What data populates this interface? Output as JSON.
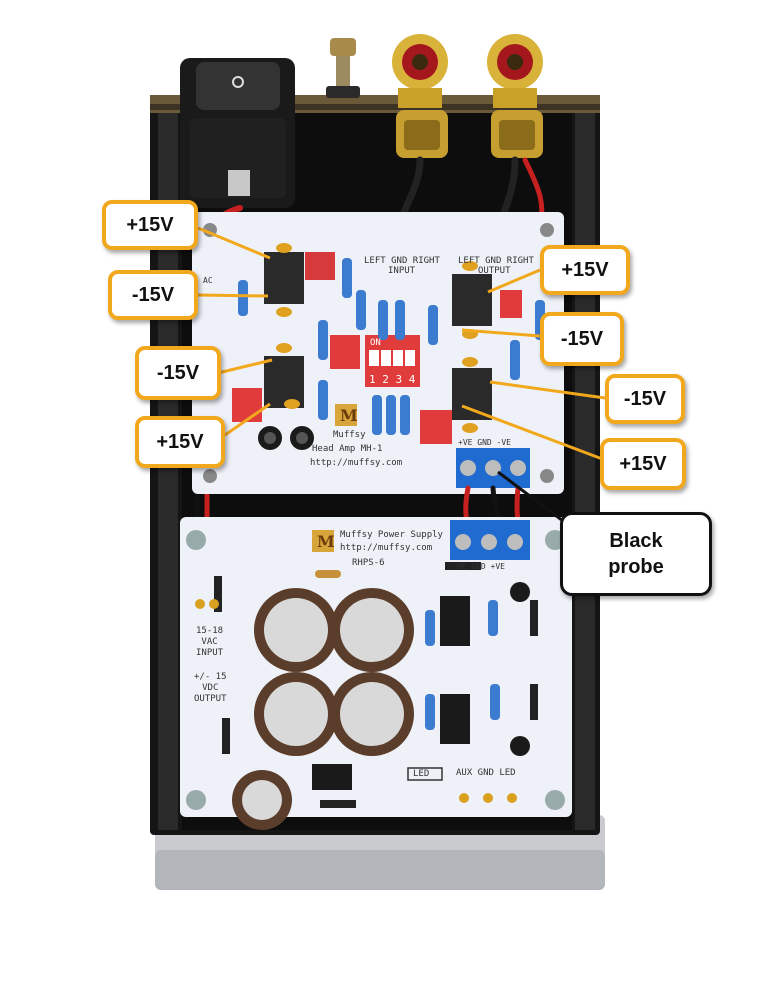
{
  "photo": {
    "subject": "Muffsy head amp with RHPS-6 power supply in open enclosure"
  },
  "callouts": [
    {
      "id": "c1",
      "label": "+15V"
    },
    {
      "id": "c2",
      "label": "-15V"
    },
    {
      "id": "c3",
      "label": "-15V"
    },
    {
      "id": "c4",
      "label": "+15V"
    },
    {
      "id": "c5",
      "label": "+15V"
    },
    {
      "id": "c6",
      "label": "-15V"
    },
    {
      "id": "c7",
      "label": "-15V"
    },
    {
      "id": "c8",
      "label": "+15V"
    }
  ],
  "probe_label": {
    "line1": "Black",
    "line2": "probe"
  },
  "pcb_text": {
    "brand": "Muffsy",
    "model": "Head Amp MH-1",
    "url": "http://muffsy.com",
    "ps_name": "Muffsy Power Supply",
    "ps_url": "http://muffsy.com",
    "ps_model": "RHPS-6",
    "input_left": "LEFT",
    "input_gnd": "GND",
    "input_right": "RIGHT",
    "input_label": "INPUT",
    "output_left": "LEFT",
    "output_gnd": "GND",
    "output_right": "RIGHT",
    "output_label": "OUTPUT",
    "vac_input": "15-18\nVAC\nINPUT",
    "vdc_output": "+/- 15\nVDC\nOUTPUT",
    "ve_labels": "+VE  GND  -VE",
    "ve_labels_ps": "-VE  GND  +VE",
    "aux_labels": "AUX  GND  LED",
    "dip_on": "ON",
    "dip_nums": "1 2 3 4",
    "ac": "AC",
    "led": "LED"
  },
  "colors": {
    "callout_border": "#f2a81d",
    "probe_border": "#111111",
    "pcb": "#eef1f8",
    "enclosure": "#151515"
  }
}
